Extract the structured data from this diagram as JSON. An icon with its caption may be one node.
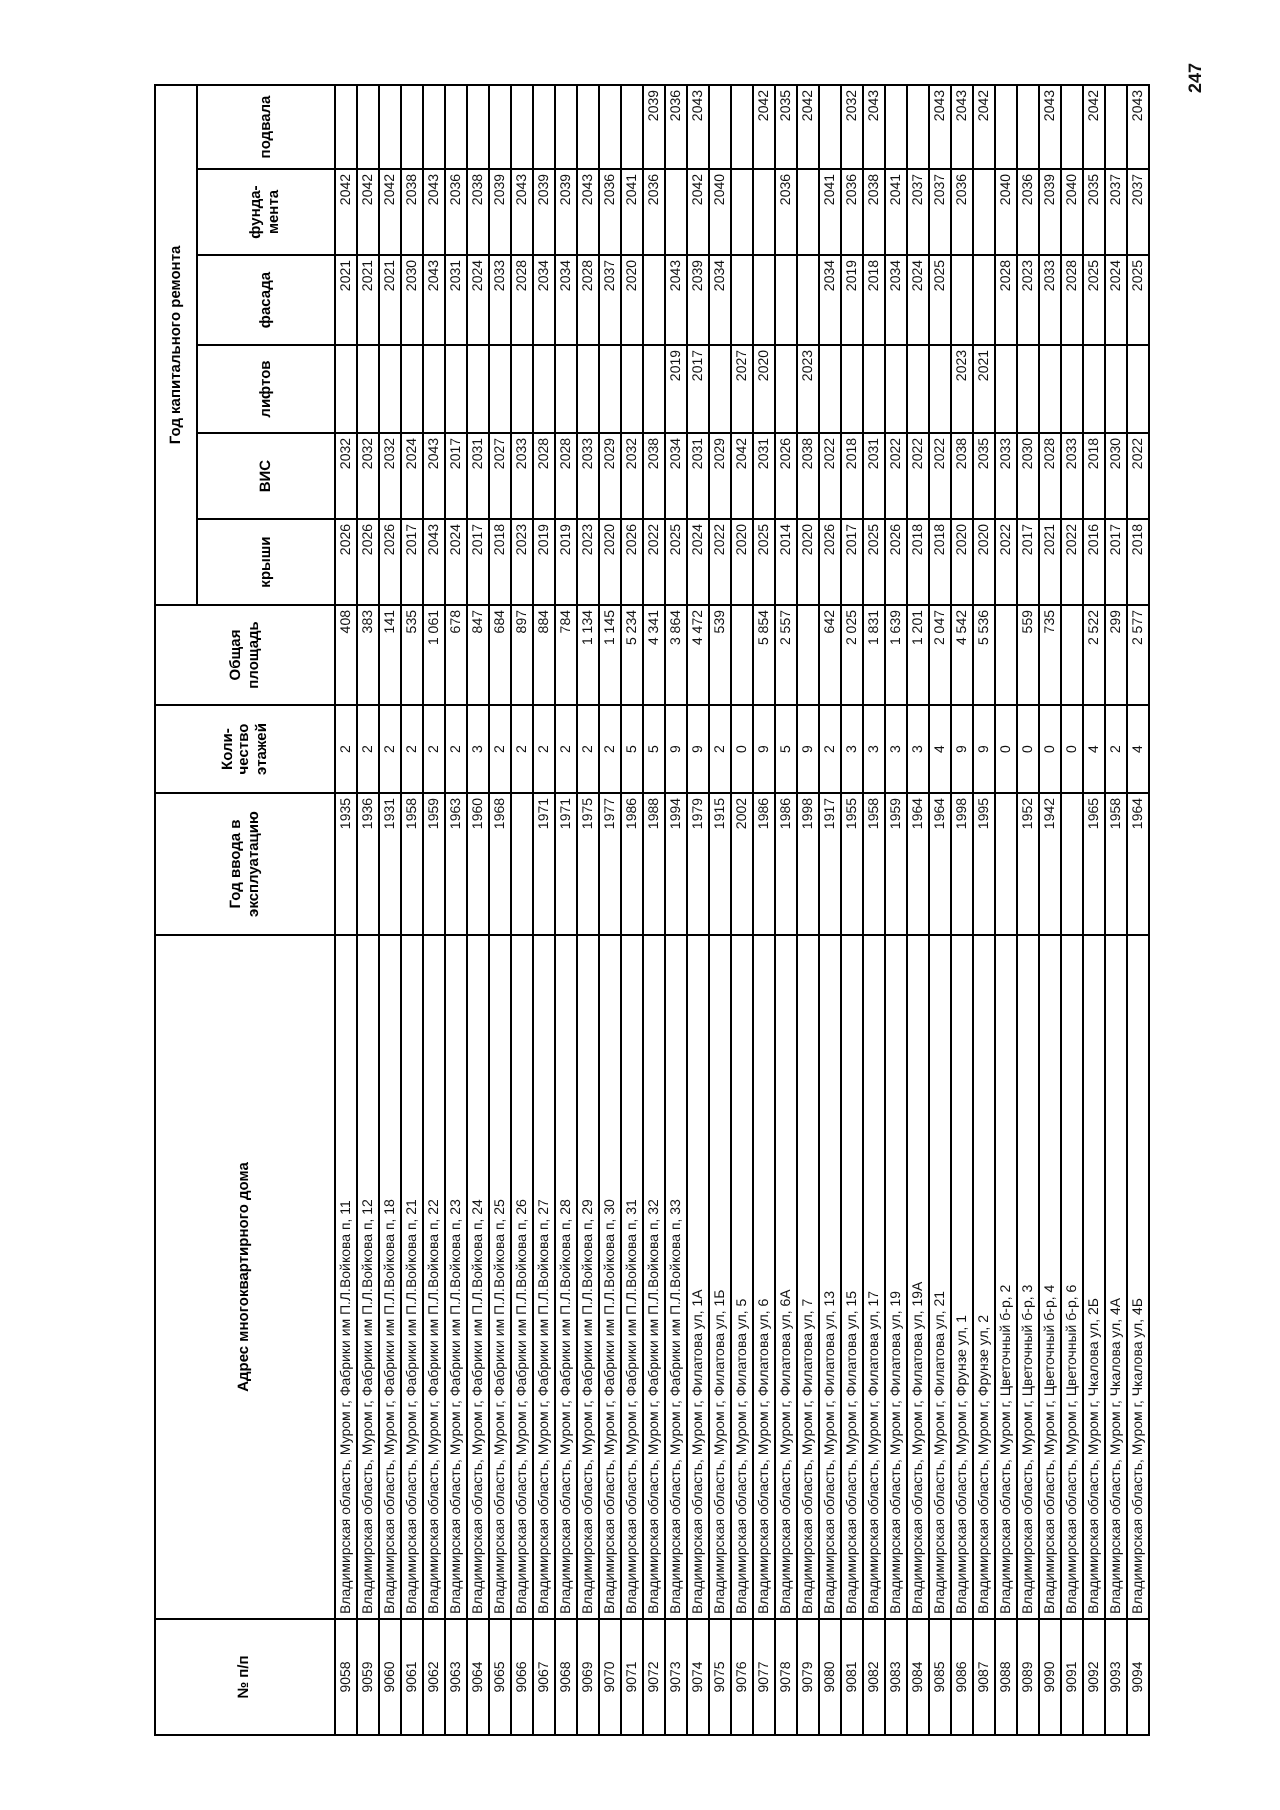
{
  "diagram": {
    "labels": [
      "№ п/п",
      "Адрес многоквартирного дома",
      "Год ввода в эксплуатацию",
      "Коли- чество этажей",
      "Общая площадь",
      "Год капитального ремонта",
      "крыши",
      "ВИС",
      "лифтов",
      "фасада",
      "фунда- мента",
      "подвала",
      "9058",
      "Владимирская область, Муром г, Фабрики им П.Л.Войкова п, 11",
      "1935",
      "2",
      "408",
      "2026",
      "2032",
      "2021",
      "2042",
      "9059",
      "Владимирская область, Муром г, Фабрики им П.Л.Войкова п, 12",
      "1936",
      "2",
      "383",
      "2026",
      "2032",
      "2021",
      "2042",
      "9060",
      "Владимирская область, Муром г, Фабрики им П.Л.Войкова п, 18",
      "1931",
      "2",
      "141",
      "2026",
      "2032",
      "2021",
      "2042",
      "9061",
      "Владимирская область, Муром г, Фабрики им П.Л.Войкова п, 21",
      "1958",
      "2",
      "535",
      "2017",
      "2024",
      "2030",
      "2038",
      "9062",
      "Владимирская область, Муром г, Фабрики им П.Л.Войкова п, 22",
      "1959",
      "2",
      "1 061",
      "2043",
      "2043",
      "2043",
      "2043",
      "9063",
      "Владимирская область, Муром г, Фабрики им П.Л.Войкова п, 23",
      "1963",
      "2",
      "678",
      "2024",
      "2017",
      "2031",
      "2036",
      "9064",
      "Владимирская область, Муром г, Фабрики им П.Л.Войкова п, 24",
      "1960",
      "3",
      "847",
      "2017",
      "2031",
      "2024",
      "2038",
      "9065",
      "Владимирская область, Муром г, Фабрики им П.Л.Войкова п, 25",
      "1968",
      "2",
      "684",
      "2018",
      "2027",
      "2033",
      "2039",
      "9066",
      "Владимирская область, Муром г, Фабрики им П.Л.Войкова п, 26",
      "2",
      "897",
      "2023",
      "2033",
      "2028",
      "2043",
      "9067",
      "Владимирская область, Муром г, Фабрики им П.Л.Войкова п, 27",
      "1971",
      "2",
      "884",
      "2019",
      "2028",
      "2034",
      "2039",
      "9068",
      "Владимирская область, Муром г, Фабрики им П.Л.Войкова п, 28",
      "1971",
      "2",
      "784",
      "2019",
      "2028",
      "2034",
      "2039",
      "9069",
      "Владимирская область, Муром г, Фабрики им П.Л.Войкова п, 29",
      "1975",
      "2",
      "1 134",
      "2023",
      "2033",
      "2028",
      "2043",
      "9070",
      "Владимирская область, Муром г, Фабрики им П.Л.Войкова п, 30",
      "1977",
      "2",
      "1 145",
      "2020",
      "2029",
      "2037",
      "2036",
      "9071",
      "Владимирская область, Муром г, Фабрики им П.Л.Войкова п, 31",
      "1986",
      "5",
      "5 234",
      "2026",
      "2032",
      "2020",
      "2041",
      "9072",
      "Владимирская область, Муром г, Фабрики им П.Л.Войкова п, 32",
      "1988",
      "5",
      "4 341",
      "2022",
      "2038",
      "2036",
      "2039",
      "9073",
      "Владимирская область, Муром г, Фабрики им П.Л.Войкова п, 33",
      "1994",
      "9",
      "3 864",
      "2025",
      "2034",
      "2019",
      "2043",
      "2036",
      "9074",
      "Владимирская область, Муром г, Филатова ул, 1А",
      "1979",
      "9",
      "4 472",
      "2024",
      "2031",
      "2017",
      "2039",
      "2042",
      "2043",
      "9075",
      "Владимирская область, Муром г, Филатова ул, 1Б",
      "1915",
      "2",
      "539",
      "2022",
      "2029",
      "2034",
      "2040",
      "9076",
      "Владимирская область, Муром г, Филатова ул, 5",
      "2002",
      "0",
      "2020",
      "2042",
      "2027",
      "9077",
      "Владимирская область, Муром г, Филатова ул, 6",
      "1986",
      "9",
      "5 854",
      "2025",
      "2031",
      "2020",
      "2042",
      "9078",
      "Владимирская область, Муром г, Филатова ул, 6А",
      "1986",
      "5",
      "2 557",
      "2014",
      "2026",
      "2036",
      "2035",
      "9079",
      "Владимирская область, Муром г, Филатова ул, 7",
      "1998",
      "9",
      "2020",
      "2038",
      "2023",
      "2042",
      "9080",
      "Владимирская область, Муром г, Филатова ул, 13",
      "1917",
      "2",
      "642",
      "2026",
      "2022",
      "2034",
      "2041",
      "9081",
      "Владимирская область, Муром г, Филатова ул, 15",
      "1955",
      "3",
      "2 025",
      "2017",
      "2018",
      "2019",
      "2036",
      "2032",
      "9082",
      "Владимирская область, Муром г, Филатова ул, 17",
      "1958",
      "3",
      "1 831",
      "2025",
      "2031",
      "2018",
      "2038",
      "2043",
      "9083",
      "Владимирская область, Муром г, Филатова ул, 19",
      "1959",
      "3",
      "1 639",
      "2026",
      "2022",
      "2034",
      "2041",
      "9084",
      "Владимирская область, Муром г, Филатова ул, 19А",
      "1964",
      "3",
      "1 201",
      "2018",
      "2022",
      "2024",
      "2037",
      "9085",
      "Владимирская область, Муром г, Филатова ул, 21",
      "1964",
      "4",
      "2 047",
      "2018",
      "2022",
      "2025",
      "2037",
      "2043",
      "9086",
      "Владимирская область, Муром г, Фрунзе ул, 1",
      "1998",
      "9",
      "4 542",
      "2020",
      "2038",
      "2023",
      "2036",
      "2043",
      "9087",
      "Владимирская область, Муром г, Фрунзе ул, 2",
      "1995",
      "9",
      "5 536",
      "2020",
      "2035",
      "2021",
      "2042",
      "9088",
      "Владимирская область, Муром г, Цветочный б-р, 2",
      "0",
      "2022",
      "2033",
      "2028",
      "2040",
      "9089",
      "Владимирская область, Муром г, Цветочный б-р, 3",
      "1952",
      "0",
      "559",
      "2017",
      "2030",
      "2023",
      "2036",
      "9090",
      "Владимирская область, Муром г, Цветочный б-р, 4",
      "1942",
      "0",
      "735",
      "2021",
      "2028",
      "2033",
      "2039",
      "2043",
      "9091",
      "Владимирская область, Муром г, Цветочный б-р, 6",
      "0",
      "2022",
      "2033",
      "2028",
      "2040",
      "9092",
      "Владимирская область, Муром г, Чкалова ул, 2Б",
      "1965",
      "4",
      "2 522",
      "2016",
      "2018",
      "2025",
      "2035",
      "2042",
      "9093",
      "Владимирская область, Муром г, Чкалова ул, 4А",
      "1958",
      "2",
      "299",
      "2017",
      "2030",
      "2024",
      "2037",
      "9094",
      "Владимирская область, Муром г, Чкалова ул, 4Б",
      "1964",
      "4",
      "2 577",
      "2018",
      "2022",
      "2025",
      "2037",
      "2043",
      "247"
    ]
  }
}
